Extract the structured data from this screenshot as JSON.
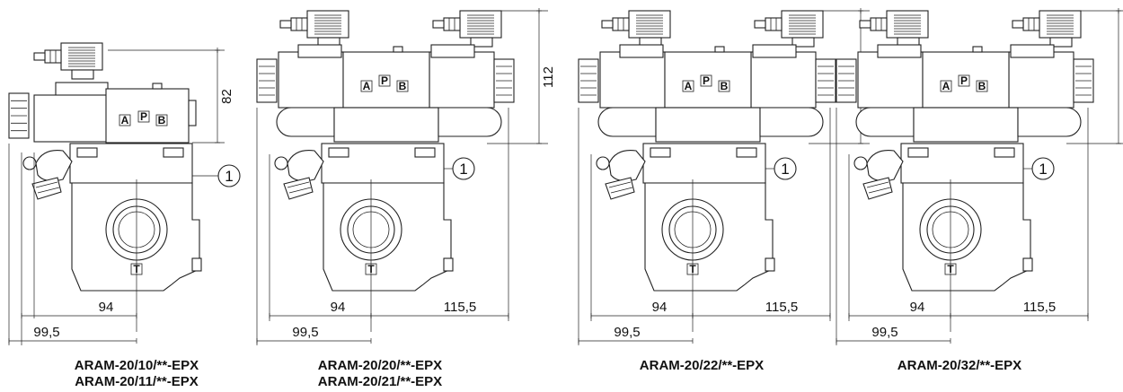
{
  "diagrams": [
    {
      "variant": "single",
      "captions": [
        "ARAM-20/10/**-EPX",
        "ARAM-20/11/**-EPX"
      ],
      "dims": {
        "height": "82",
        "inner": "94",
        "outer": "99,5"
      },
      "port_labels": [
        "A",
        "P",
        "B",
        "T"
      ],
      "callout": "1"
    },
    {
      "variant": "double",
      "captions": [
        "ARAM-20/20/**-EPX",
        "ARAM-20/21/**-EPX"
      ],
      "dims": {
        "height": "112",
        "inner": "94",
        "outer": "99,5",
        "right": "115,5"
      },
      "port_labels": [
        "A",
        "P",
        "B",
        "T"
      ],
      "callout": "1"
    },
    {
      "variant": "double",
      "captions": [
        "ARAM-20/22/**-EPX"
      ],
      "dims": {
        "height": "112",
        "inner": "94",
        "outer": "99,5",
        "right": "115,5"
      },
      "port_labels": [
        "A",
        "P",
        "B",
        "T"
      ],
      "callout": "1"
    },
    {
      "variant": "double",
      "captions": [
        "ARAM-20/32/**-EPX"
      ],
      "dims": {
        "height": "112",
        "inner": "94",
        "outer": "99,5",
        "right": "115,5"
      },
      "port_labels": [
        "A",
        "P",
        "B",
        "T"
      ],
      "callout": "1"
    }
  ]
}
